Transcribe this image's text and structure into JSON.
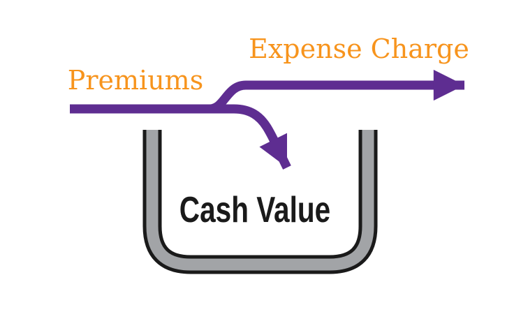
{
  "diagram": {
    "labels": {
      "premiums": "Premiums",
      "expense_charge": "Expense Charge",
      "cash_value": "Cash Value"
    },
    "colors": {
      "arrow_purple": "#5E2D91",
      "label_orange": "#F7941D",
      "container_gray": "#A2A4A7",
      "container_outline": "#1A1A1A",
      "text_black": "#1A1A1A",
      "background": "#FFFFFF"
    }
  }
}
